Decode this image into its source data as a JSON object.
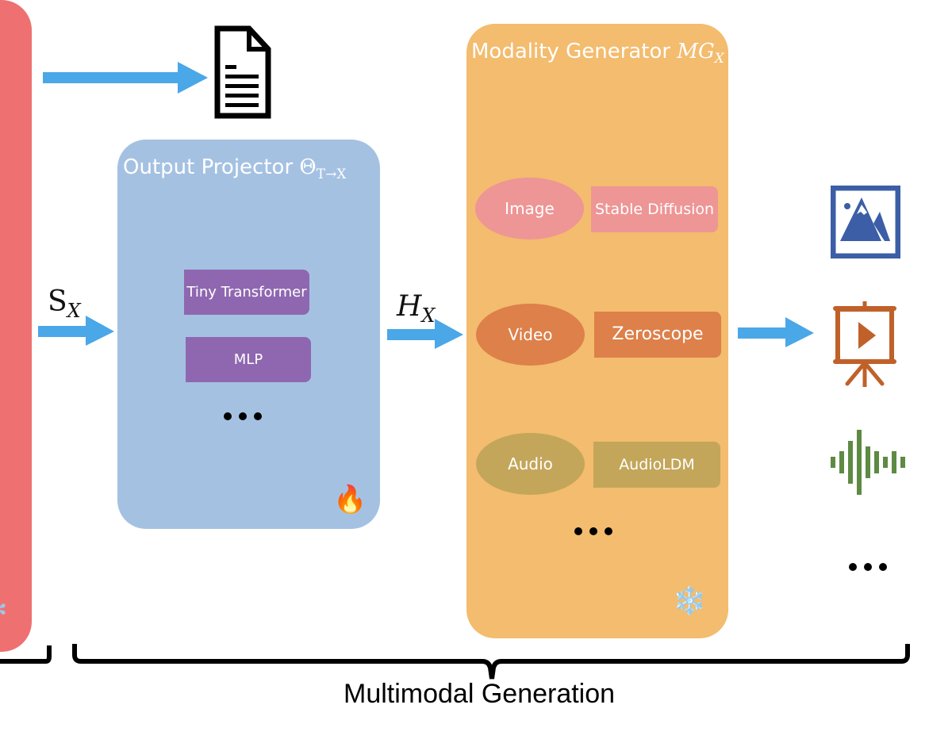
{
  "llm_block": {
    "color": "#ef7070",
    "icon": "snowflake-icon"
  },
  "text_output": {
    "icon": "document-icon"
  },
  "labels": {
    "s_x_main": "S",
    "s_x_sub": "X",
    "h_x_main": "H",
    "h_x_sub": "X"
  },
  "output_projector": {
    "title_text": "Output Projector ",
    "title_symbol": "Θ",
    "title_sub": "T→X",
    "color": "#a5c1e2",
    "items": [
      {
        "label": "Tiny Transformer"
      },
      {
        "label": "MLP"
      }
    ],
    "more": "...",
    "status_icon": "fire-icon",
    "status_emoji": "🔥"
  },
  "modality_generator": {
    "title_text": "Modality Generator ",
    "title_symbol": "MG",
    "title_sub": "X",
    "color": "#f3bc6e",
    "rows": [
      {
        "modality": "Image",
        "model": "Stable Diffusion",
        "color": "#ee9595"
      },
      {
        "modality": "Video",
        "model": "Zeroscope",
        "color": "#dd804a"
      },
      {
        "modality": "Audio",
        "model": "AudioLDM",
        "color": "#c3a65a"
      }
    ],
    "more": "...",
    "status_icon": "snowflake-icon",
    "status_emoji": "❄️"
  },
  "outputs": [
    {
      "icon": "image-icon",
      "color": "#3b5ea6"
    },
    {
      "icon": "video-presentation-icon",
      "color": "#c0612a"
    },
    {
      "icon": "audio-waveform-icon",
      "color": "#5e8a43"
    }
  ],
  "outputs_more": "...",
  "arrow_color": "#4aa7e8",
  "caption": "Multimodal Generation"
}
